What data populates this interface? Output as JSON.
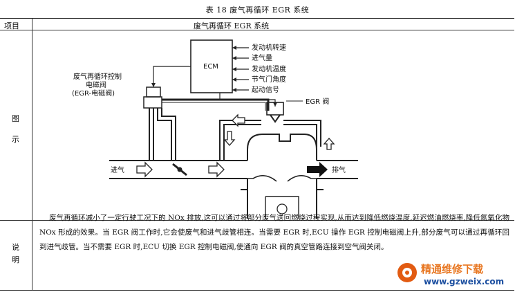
{
  "caption": "表 18   废气再循环 EGR 系统",
  "header": {
    "col1": "项目",
    "col2": "废气再循环 EGR 系统"
  },
  "row_diagram": {
    "label": "图示",
    "diagram": {
      "ecm": "ECM",
      "signals": [
        "发动机转速",
        "进气量",
        "发动机温度",
        "节气门角度",
        "起动信号"
      ],
      "solenoid_label_1": "废气再循环控制",
      "solenoid_label_2": "电磁阀",
      "solenoid_label_3": "(EGR-电磁阀)",
      "egr_valve": "EGR 阀",
      "intake": "进气",
      "exhaust": "排气"
    }
  },
  "row_desc": {
    "label": "说明",
    "text": "废气再循环减小了一定行驶工况下的 NOx 排放,这可以通过将部分废气送回燃烧过程实现,从而达到降低燃烧温度,延迟燃油燃烧率,降低氮氧化物 NOx 形成的效果。当 EGR 阀工作时,它会使废气和进气歧管相连。当需要 EGR 时,ECU 操作 EGR 控制电磁阀上升,部分废气可以通过再循环回到进气歧管。当不需要 EGR 时,ECU 切换 EGR 控制电磁阀,使通向 EGR 阀的真空管路连接到空气阀关闭。"
  },
  "watermark": {
    "title": "精通维修下载",
    "url": "www.gzweix.com"
  }
}
